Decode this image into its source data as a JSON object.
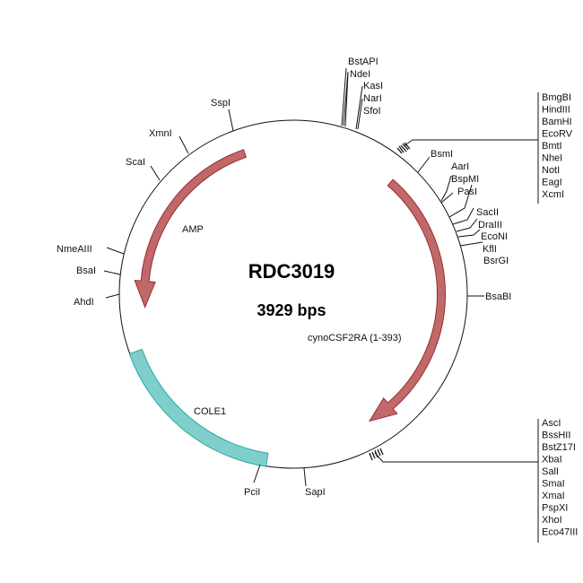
{
  "plasmid": {
    "name": "RDC3019",
    "size": "3929 bps"
  },
  "features": {
    "amp": {
      "label": "AMP",
      "color": "#c0686a"
    },
    "cyno": {
      "label": "cynoCSF2RA (1-393)",
      "color": "#c0686a"
    },
    "cole1": {
      "label": "COLE1",
      "color": "#7ecfcc"
    }
  },
  "sites": {
    "single": [
      "SspI",
      "XmnI",
      "ScaI",
      "NmeAIII",
      "BsaI",
      "AhdI",
      "PciI",
      "SapI",
      "BsaBI",
      "BsmI"
    ],
    "top": [
      "BstAPI",
      "NdeI",
      "KasI",
      "NarI",
      "SfoI"
    ],
    "mid": [
      "AarI",
      "BspMI",
      "PasI",
      "SacII",
      "DraIII",
      "EcoNI",
      "KflI",
      "BsrGI"
    ],
    "mcs1": [
      "BmgBI",
      "HindIII",
      "BamHI",
      "EcoRV",
      "BmtI",
      "NheI",
      "NotI",
      "EagI",
      "XcmI"
    ],
    "mcs2": [
      "AscI",
      "BssHII",
      "BstZ17I",
      "XbaI",
      "SalI",
      "SmaI",
      "XmaI",
      "PspXI",
      "XhoI",
      "Eco47III"
    ]
  }
}
